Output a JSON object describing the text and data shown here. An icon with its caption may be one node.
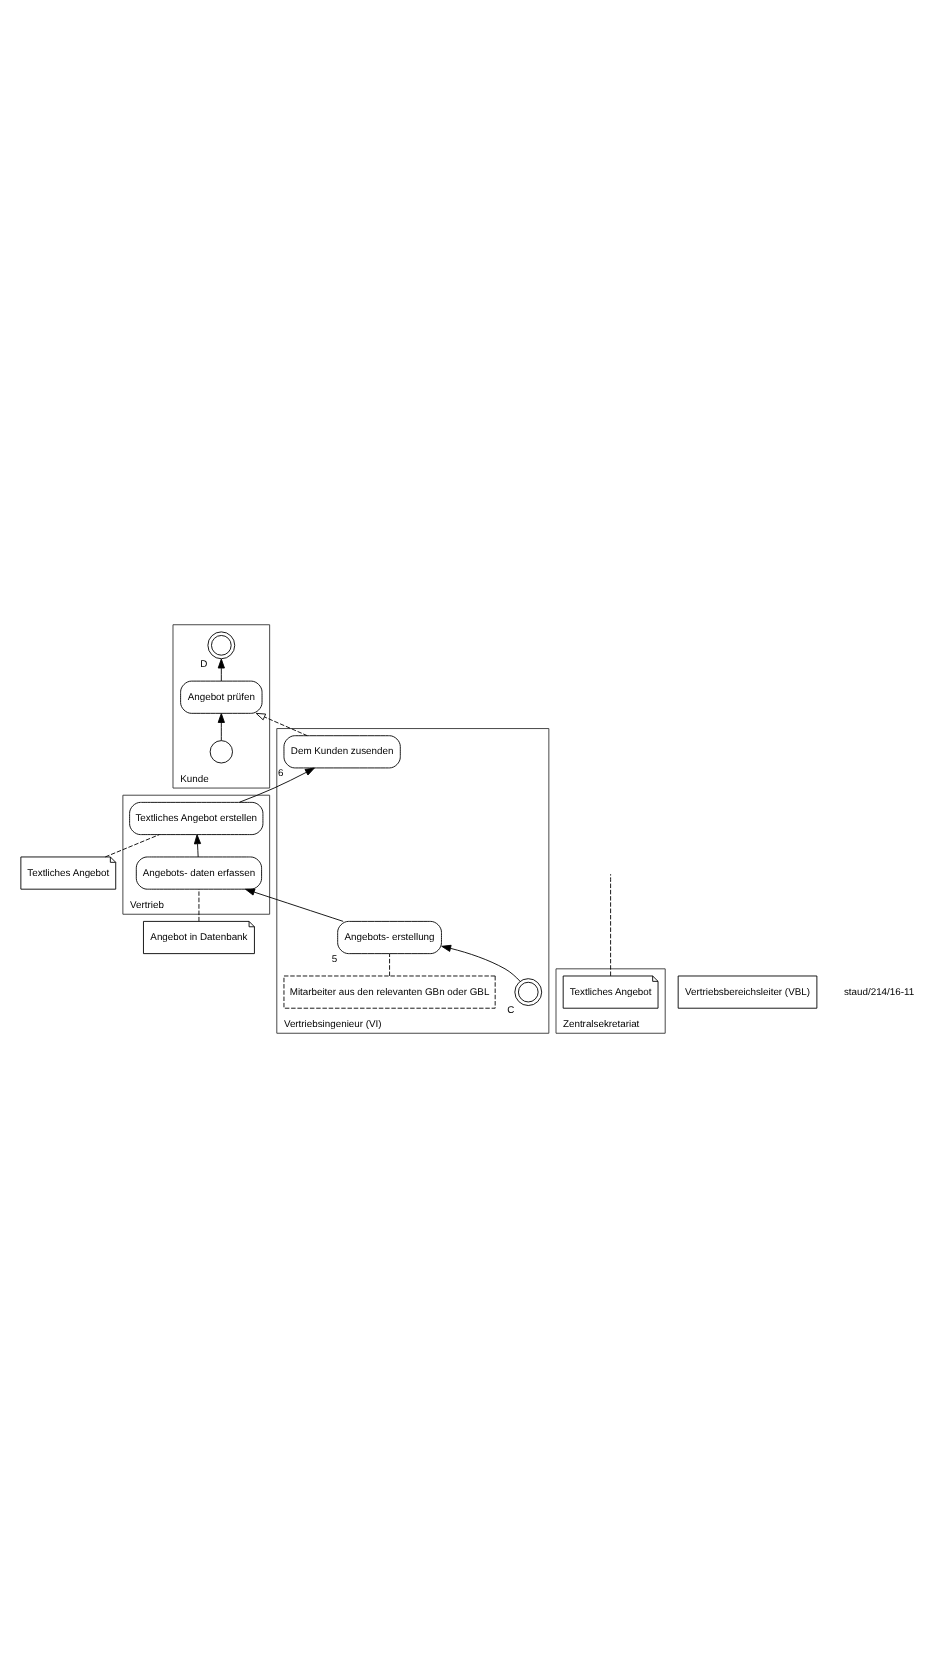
{
  "diagram": {
    "nodes": [
      {
        "text": [
          "Kunde"
        ]
      },
      {
        "text": [],
        "shape": "circle",
        "in": 0
      },
      {
        "text": [
          "Angebot prüfen"
        ],
        "in": 0
      },
      {
        "text": [],
        "shape": "circle",
        "in": 0,
        "beside": [
          "D"
        ]
      },
      {
        "text": [
          "Zentralsekretariat"
        ]
      },
      {
        "text": [
          "Textliches Angebot"
        ],
        "in": 4
      },
      {
        "text": [
          "Vertrieb"
        ]
      },
      {
        "text": [
          "Angebots- daten erfassen"
        ],
        "in": 6
      },
      {
        "text": [
          "Textliches Angebot erstellen"
        ],
        "in": 6
      },
      {
        "text": [
          "Angebot in Datenbank"
        ]
      },
      {
        "text": [
          "Textliches Angebot"
        ]
      },
      {
        "text": [
          "Vertriebsbereichsleiter (VBL)"
        ]
      },
      {
        "text": [
          "Vertriebsingenieur (VI)"
        ]
      },
      {
        "text": [],
        "shape": "circle",
        "in": 12,
        "beside": [
          "C"
        ]
      },
      {
        "text": [
          "Angebots- erstellung"
        ],
        "in": 12,
        "beside": [
          "5"
        ]
      },
      {
        "text": [
          "Dem Kunden zusenden"
        ],
        "in": 12,
        "beside": [
          "6"
        ]
      },
      {
        "text": [
          "Mitarbeiter aus den relevanten GBn oder GBL"
        ],
        "in": 12
      }
    ],
    "edges": [
      {
        "from": 1,
        "to": 2,
        "arrow": "to"
      },
      {
        "from": 2,
        "to": 3,
        "arrow": "to"
      },
      {
        "from": 13,
        "to": 14,
        "arrow": "to"
      },
      {
        "from": 14,
        "to": 7,
        "arrow": "to"
      },
      {
        "from": 7,
        "to": 8,
        "arrow": "to"
      },
      {
        "from": 8,
        "to": 15,
        "arrow": "to"
      },
      {
        "from": 15,
        "to": 2,
        "arrow": "to",
        "style": "dashed"
      },
      {
        "from": 5,
        "to": null,
        "arrow": "none",
        "style": "dashed"
      },
      {
        "from": 9,
        "to": 7,
        "arrow": "none",
        "style": "dashed"
      },
      {
        "from": 10,
        "to": 8,
        "arrow": "none",
        "style": "dashed"
      },
      {
        "from": 16,
        "to": 14,
        "arrow": "none",
        "style": "dashed"
      }
    ],
    "labels": [
      "staud/214/16-11"
    ]
  }
}
